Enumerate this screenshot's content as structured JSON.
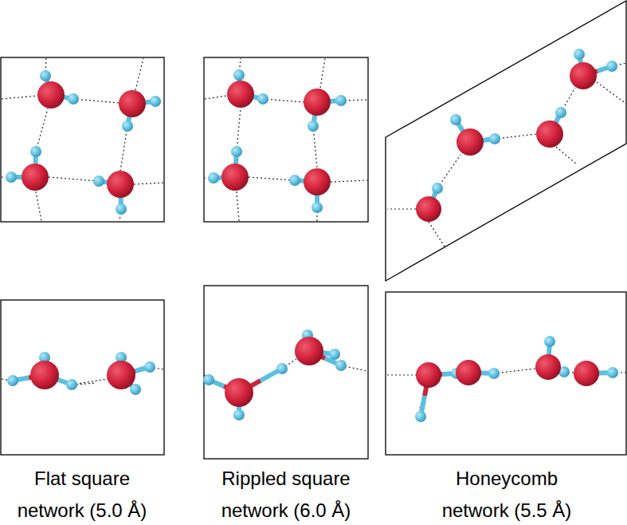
{
  "diagram": {
    "labels": [
      "Flat square network (5.0 Å)",
      "Rippled square network (6.0 Å)",
      "Honeycomb network (5.5 Å)"
    ]
  }
}
